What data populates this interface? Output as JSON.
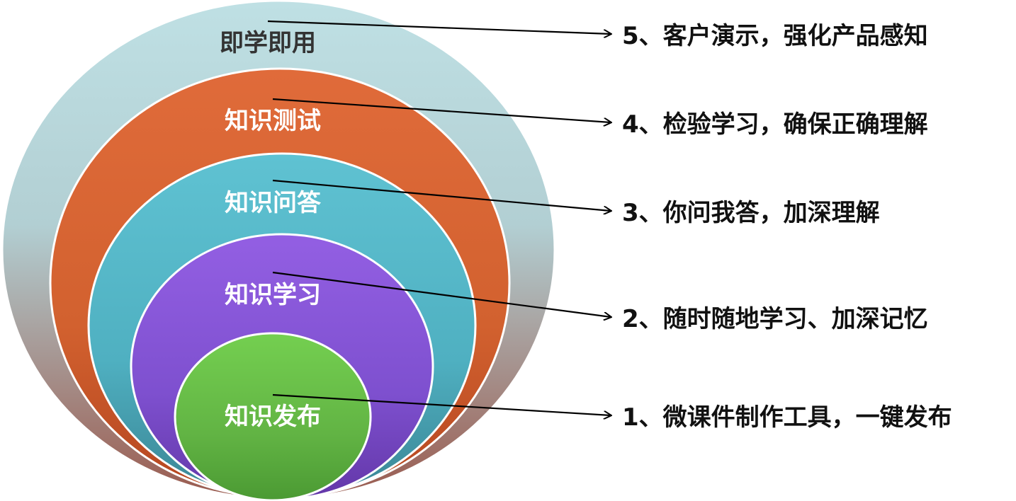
{
  "colors": {
    "layer5": "#b9dbe0",
    "layer4": "#dd6b3c",
    "layer3": "#5cbccc",
    "layer2": "#8f5fdc",
    "layer1": "#6fc94e",
    "arrow": "#000000",
    "outer_label": "#333333",
    "inner_label": "#ffffff"
  },
  "diagram": {
    "layers": [
      {
        "label": "即学即用"
      },
      {
        "label": "知识测试"
      },
      {
        "label": "知识问答"
      },
      {
        "label": "知识学习"
      },
      {
        "label": "知识发布"
      }
    ],
    "steps": [
      {
        "text": "5、客户演示，强化产品感知"
      },
      {
        "text": "4、检验学习，确保正确理解"
      },
      {
        "text": "3、你问我答，加深理解"
      },
      {
        "text": "2、随时随地学习、加深记忆"
      },
      {
        "text": "1、微课件制作工具，一键发布"
      }
    ]
  }
}
